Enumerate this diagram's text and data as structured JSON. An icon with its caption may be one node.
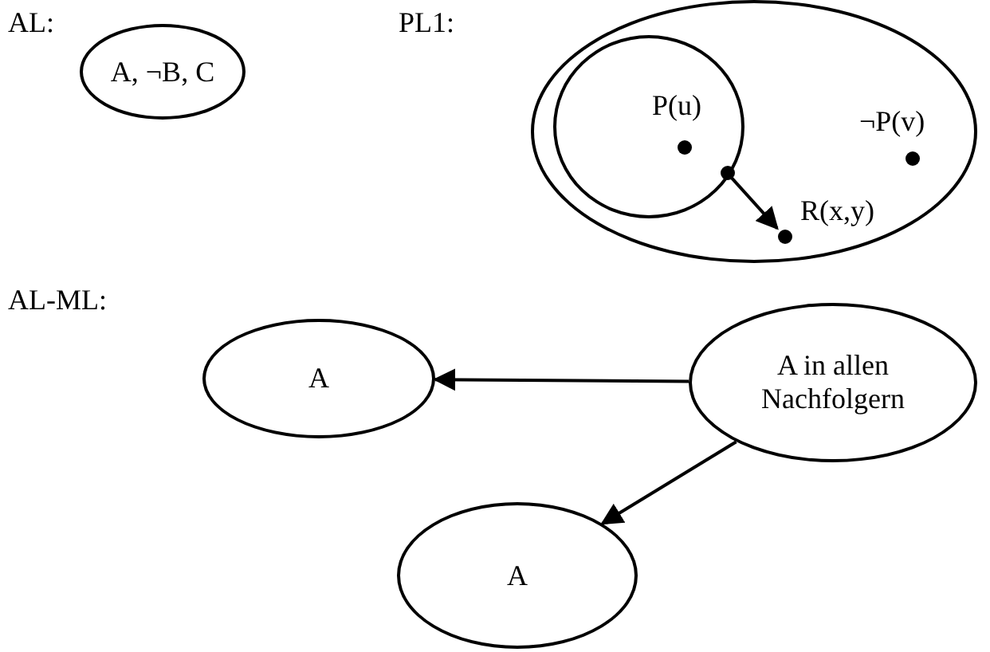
{
  "diagram": {
    "nodes": [
      {
        "text": [
          "A, ¬B, C"
        ]
      },
      {
        "text": [],
        "shape": "circle"
      },
      {
        "text": [],
        "shape": "circle",
        "in": 1
      },
      {
        "text": [],
        "shape": "dot",
        "in": 2,
        "beside": [
          "P(u)"
        ]
      },
      {
        "text": [],
        "shape": "dot",
        "in": 2
      },
      {
        "text": [],
        "shape": "dot",
        "in": 1,
        "beside": [
          "R(x,y)"
        ]
      },
      {
        "text": [],
        "shape": "dot",
        "in": 1,
        "beside": [
          "¬P(v)"
        ]
      },
      {
        "text": [
          "A"
        ]
      },
      {
        "text": [
          "A in allen Nachfolgern"
        ]
      },
      {
        "text": [
          "A"
        ]
      }
    ],
    "edges": [
      {
        "from": 4,
        "to": 5,
        "arrow": "to"
      },
      {
        "from": 8,
        "to": 7,
        "arrow": "to"
      },
      {
        "from": 8,
        "to": 9,
        "arrow": "to"
      }
    ],
    "labels": [
      "AL:",
      "PL1:",
      "AL-ML:"
    ]
  }
}
